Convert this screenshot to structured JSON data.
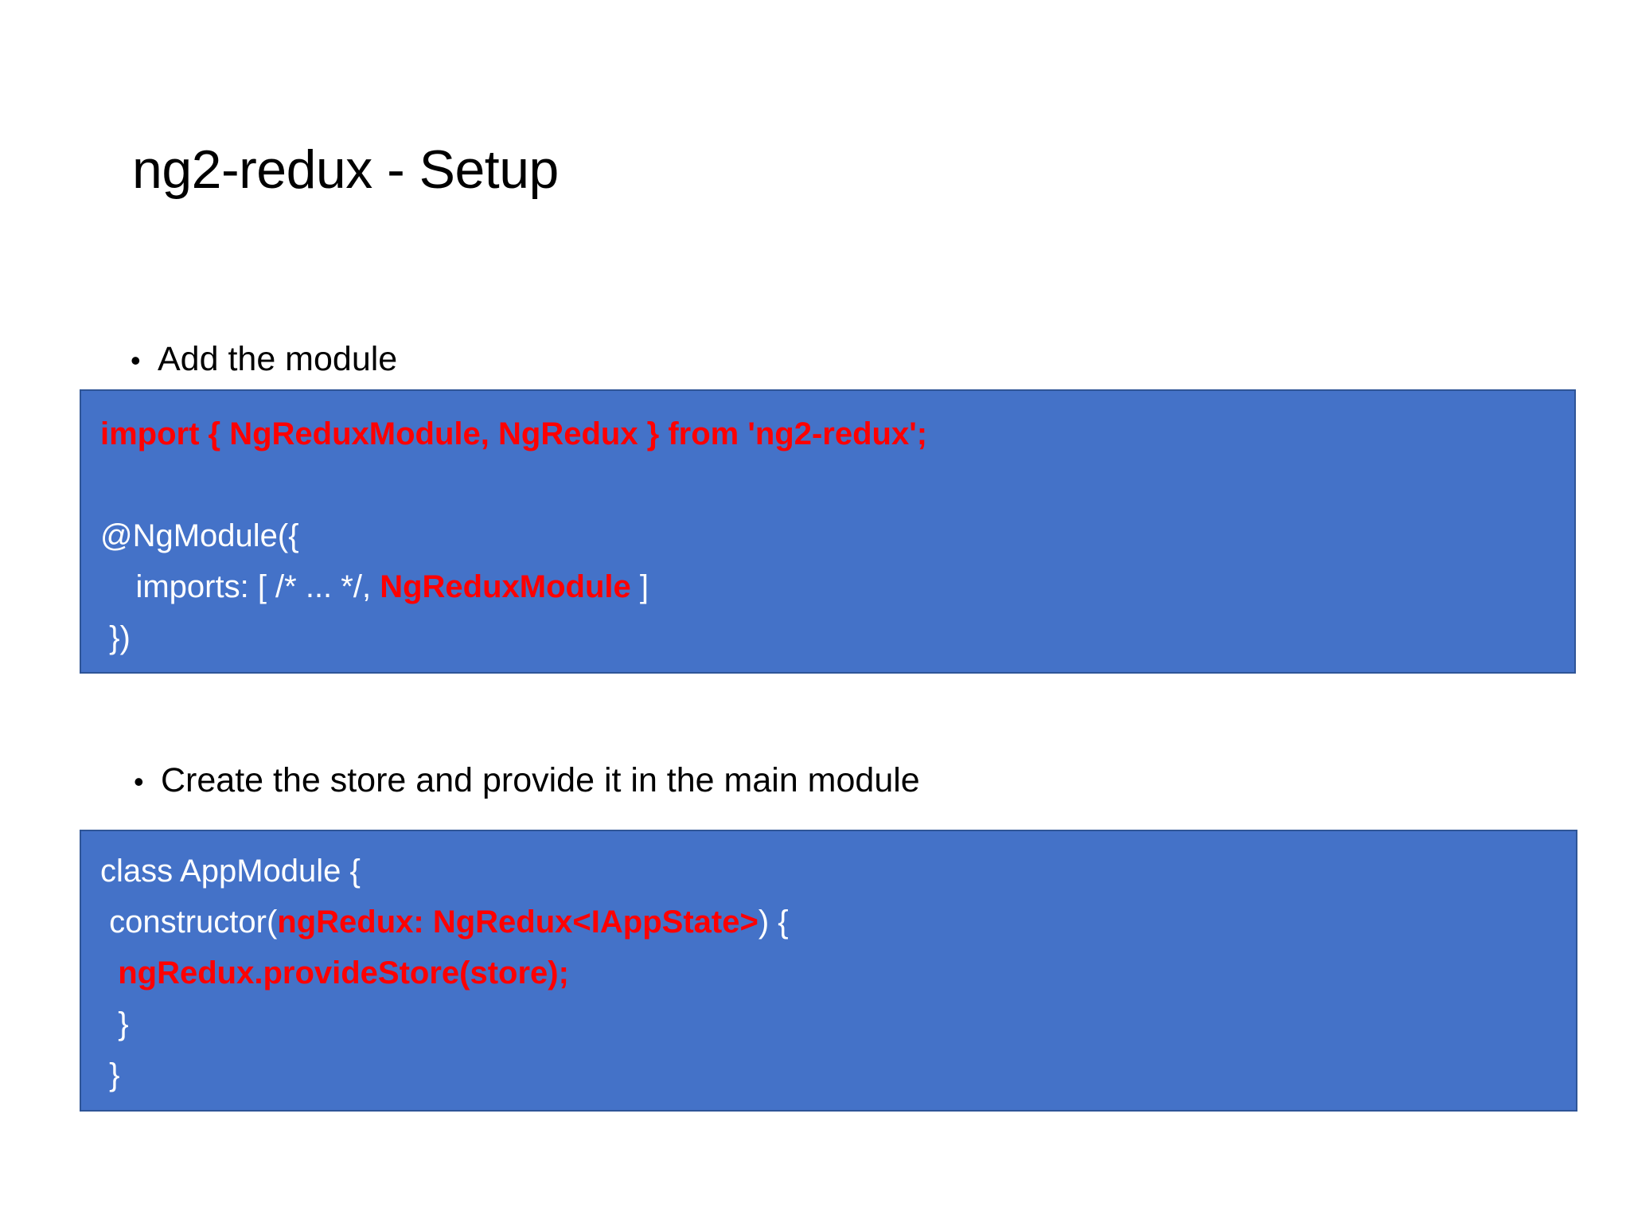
{
  "slide": {
    "title": "ng2-redux - Setup",
    "background_color": "#FFFFFF",
    "bullets": [
      {
        "marker": "•",
        "text": "Add the module"
      },
      {
        "marker": "•",
        "text": "Create the store and provide it in the main module"
      }
    ],
    "code_blocks": [
      {
        "name": "add-the-module-code",
        "fill_color": "#4472C8",
        "border_color": "#2F5597",
        "lines": [
          {
            "segments": [
              {
                "text": "import { NgReduxModule, NgRedux } from 'ng2-redux';",
                "style": "red"
              }
            ]
          },
          {
            "segments": [
              {
                "text": " ",
                "style": "white"
              }
            ]
          },
          {
            "segments": [
              {
                "text": "@NgModule({",
                "style": "white"
              }
            ]
          },
          {
            "segments": [
              {
                "text": "    imports: [ /* ... */, ",
                "style": "white"
              },
              {
                "text": "NgReduxModule",
                "style": "red"
              },
              {
                "text": " ]",
                "style": "white"
              }
            ]
          },
          {
            "segments": [
              {
                "text": " })",
                "style": "white"
              }
            ]
          }
        ]
      },
      {
        "name": "provide-store-code",
        "fill_color": "#4472C8",
        "border_color": "#2F5597",
        "lines": [
          {
            "segments": [
              {
                "text": "class AppModule {",
                "style": "white"
              }
            ]
          },
          {
            "segments": [
              {
                "text": " constructor(",
                "style": "white"
              },
              {
                "text": "ngRedux: NgRedux<IAppState>",
                "style": "red"
              },
              {
                "text": ") {",
                "style": "white"
              }
            ]
          },
          {
            "segments": [
              {
                "text": "  ngRedux.provideStore(store);",
                "style": "red"
              }
            ]
          },
          {
            "segments": [
              {
                "text": "  }",
                "style": "white"
              }
            ]
          },
          {
            "segments": [
              {
                "text": " }",
                "style": "white"
              }
            ]
          }
        ]
      }
    ]
  },
  "colors": {
    "code_background": "#4472C8",
    "code_border": "#2F5597",
    "highlight_text": "#FF0000",
    "code_text": "#FFFFFF",
    "body_text": "#000000"
  }
}
